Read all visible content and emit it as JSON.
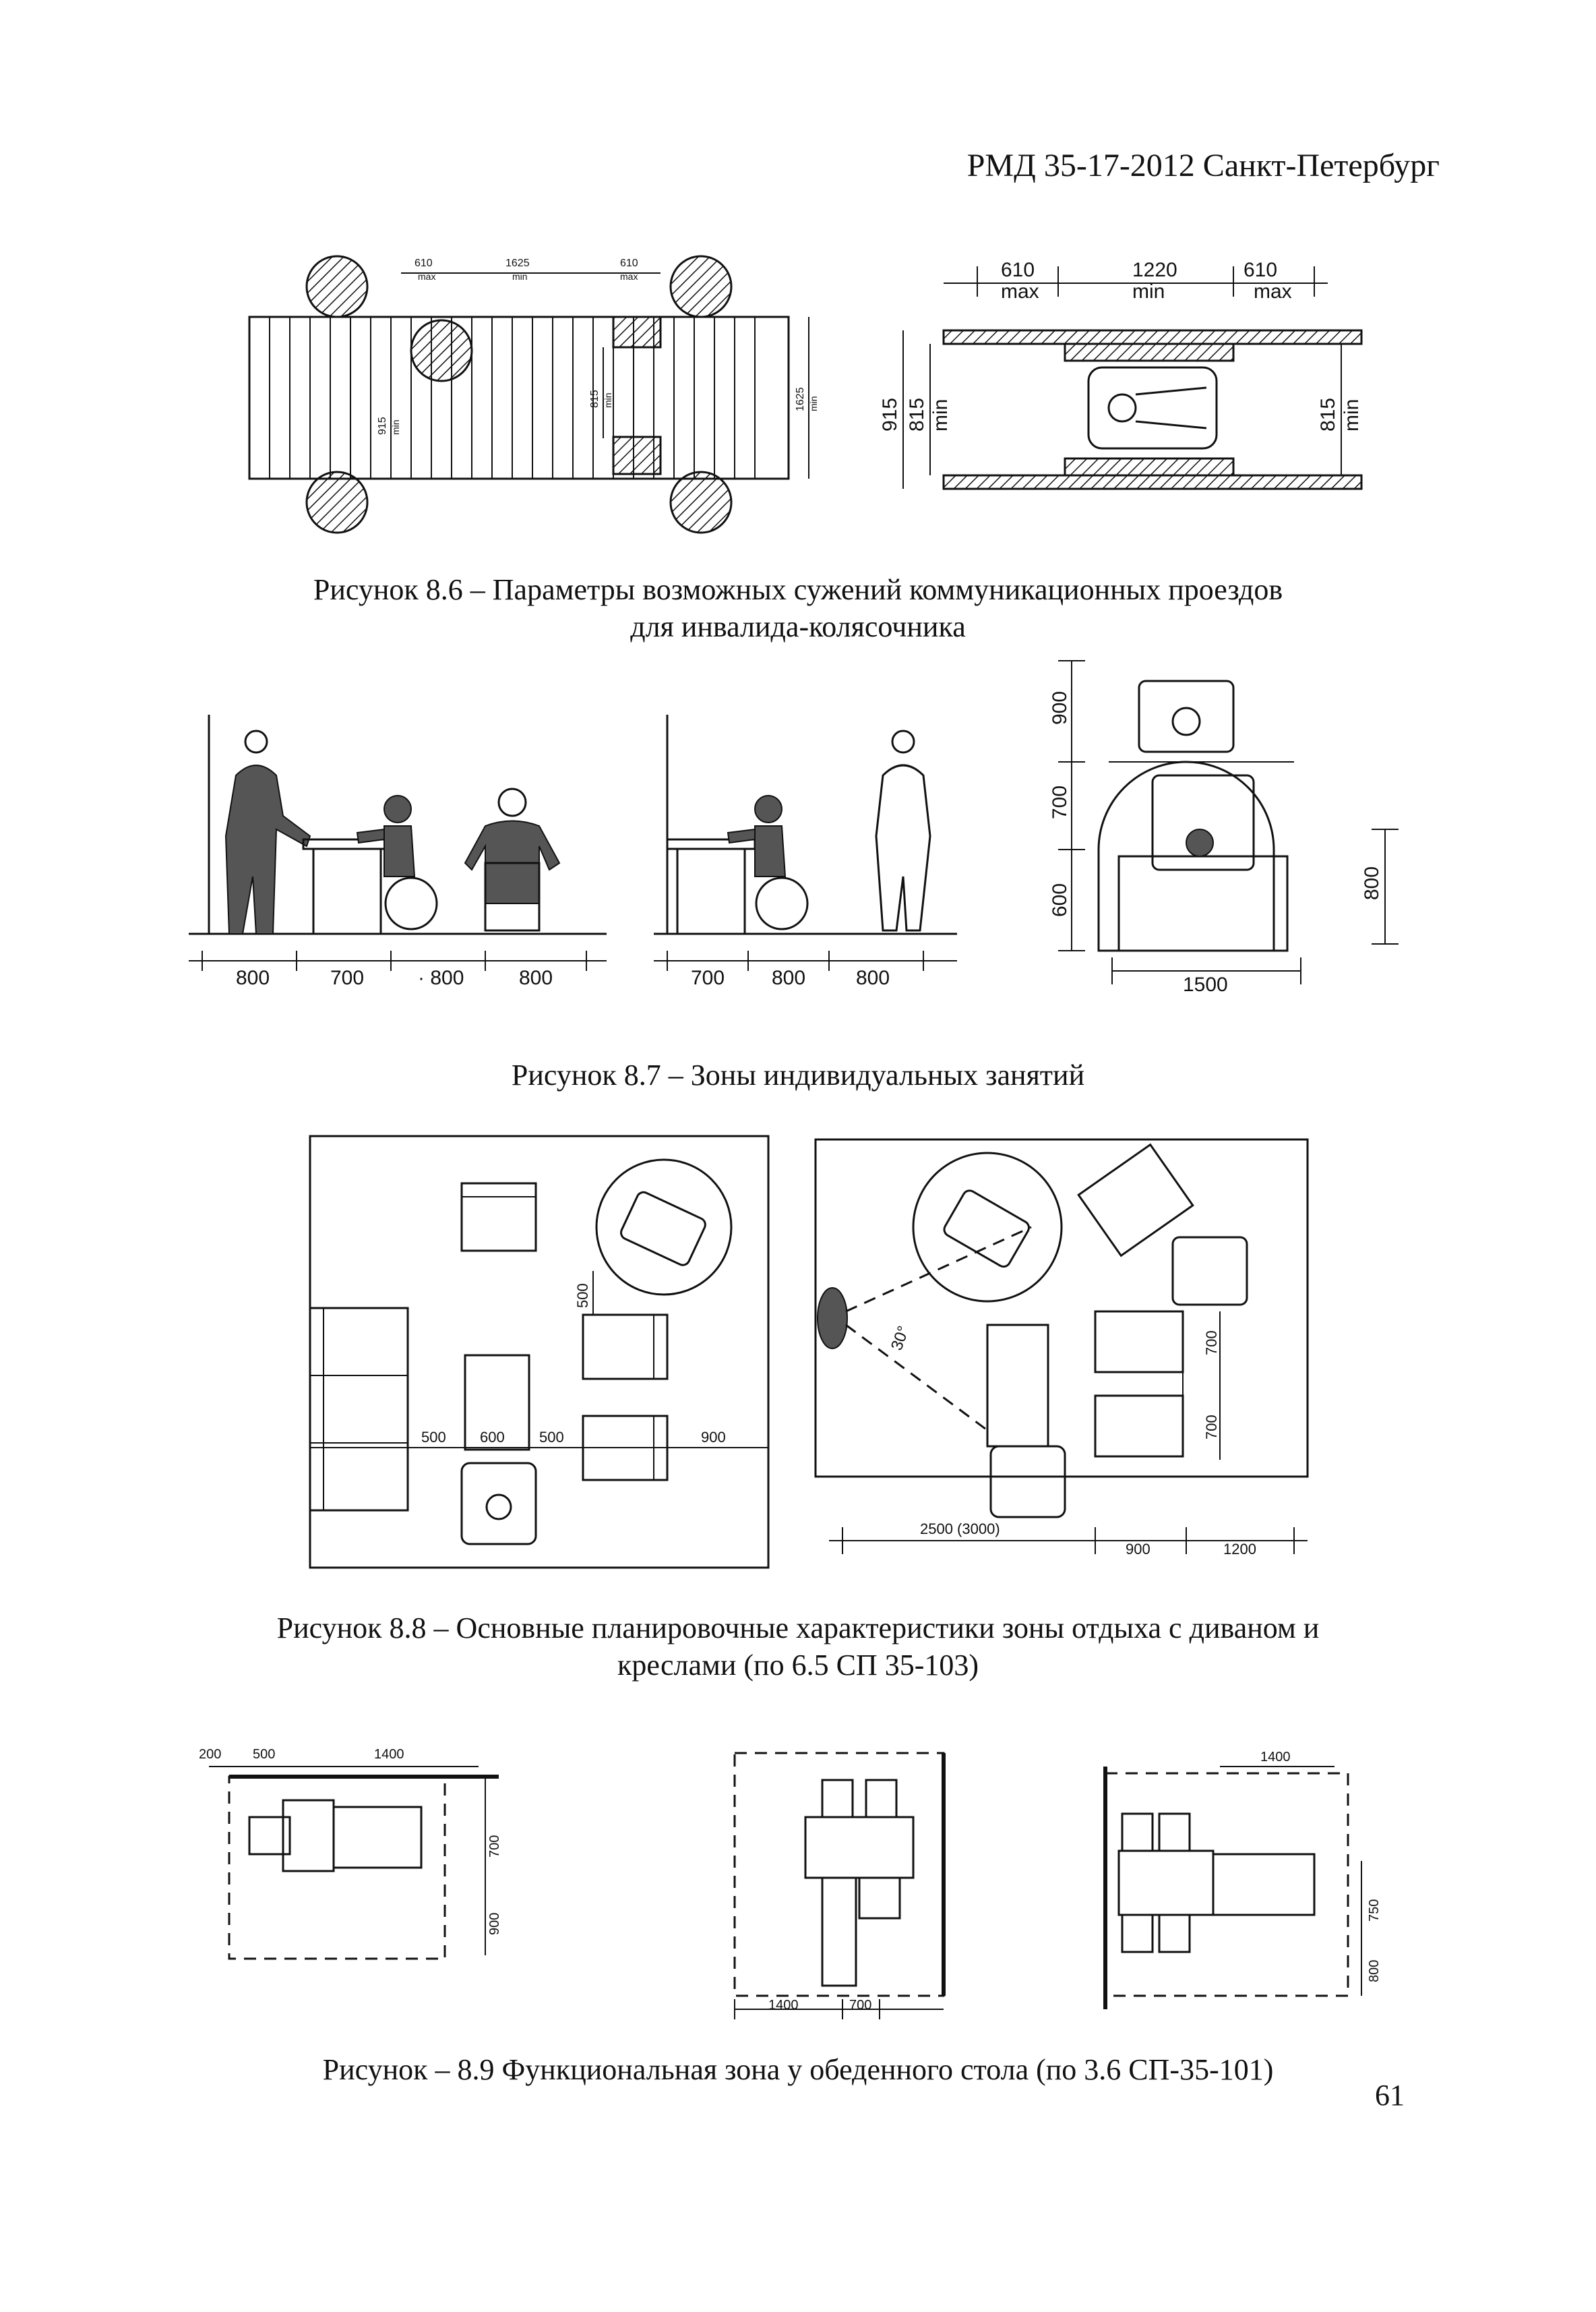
{
  "header": {
    "title": "РМД 35-17-2012 Санкт-Петербург"
  },
  "fig86": {
    "caption_line1": "Рисунок 8.6 – Параметры возможных сужений коммуникационных проездов",
    "caption_line2": "для инвалида-колясочника",
    "left_dims": {
      "d1": "610",
      "d1_sub": "max",
      "d2": "1625",
      "d2_sub": "min",
      "d3": "610",
      "d3_sub": "max",
      "v1": "915",
      "v1_sub": "min",
      "v2": "815",
      "v2_sub": "min",
      "v3": "1625",
      "v3_sub": "min"
    },
    "right_dims": {
      "d1": "610",
      "d1_sub": "max",
      "d2": "1220",
      "d2_sub": "min",
      "d3": "610",
      "d3_sub": "max",
      "v1": "915",
      "v2": "815",
      "v2_sub": "min",
      "v3": "815",
      "v3_sub": "min"
    }
  },
  "fig87": {
    "caption": "Рисунок 8.7 – Зоны индивидуальных занятий",
    "dims_a": [
      "800",
      "700",
      "· 800",
      "800"
    ],
    "dims_b": [
      "700",
      "800",
      "800"
    ],
    "dims_c": {
      "v1": "900",
      "v2": "700",
      "v3": "600",
      "side": "800",
      "bottom": "1500"
    }
  },
  "fig88": {
    "caption_line1": "Рисунок 8.8 – Основные планировочные характеристики зоны отдыха с диваном и",
    "caption_line2": "креслами (по 6.5 СП 35-103)",
    "dims_a": {
      "d500v": "500",
      "d500a": "500",
      "d600": "600",
      "d500b": "500",
      "d900": "900"
    },
    "dims_b": {
      "angle": "30°",
      "v700a": "700",
      "v700b": "700",
      "d2500": "2500 (3000)",
      "d900": "900",
      "d1200": "1200"
    }
  },
  "fig89": {
    "caption": "Рисунок – 8.9 Функциональная зона у обеденного  стола (по 3.6 СП-35-101)",
    "dims_a": {
      "d200": "200",
      "d500": "500",
      "d1400": "1400",
      "v700": "700",
      "v900": "900"
    },
    "dims_b": {
      "d1400": "1400",
      "d700": "700"
    },
    "dims_c": {
      "d1400": "1400",
      "v750": "750",
      "v800": "800"
    }
  },
  "page": {
    "number": "61"
  }
}
